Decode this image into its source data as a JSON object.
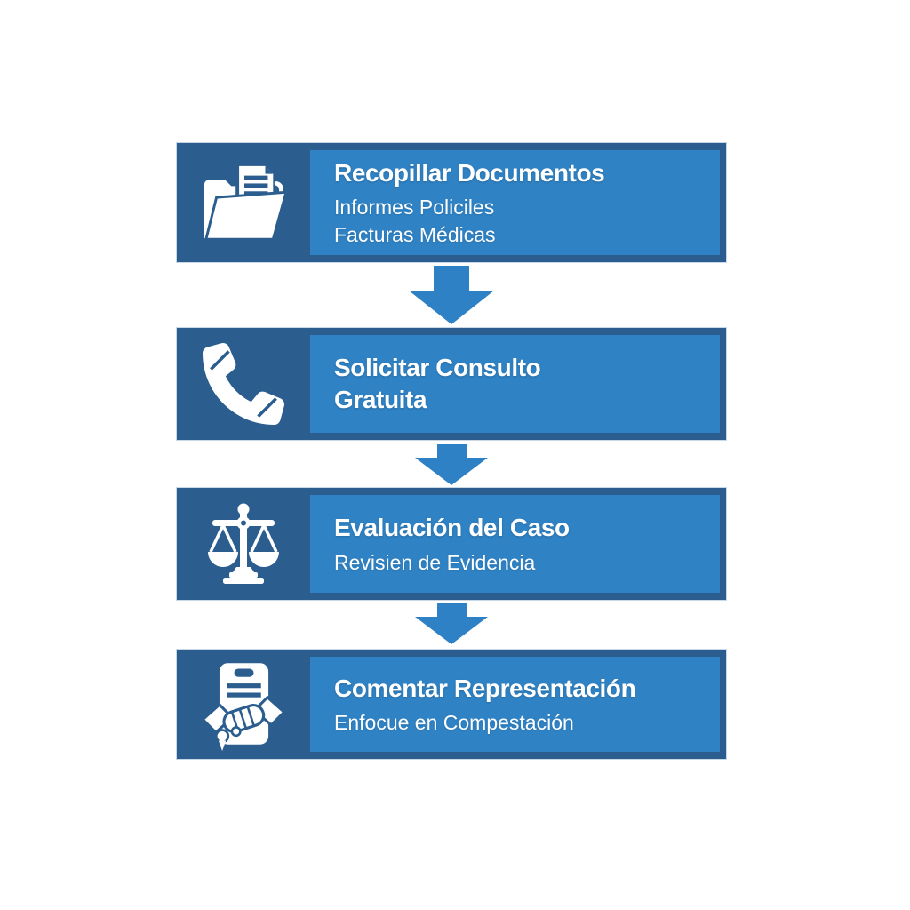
{
  "diagram": {
    "type": "process-flowchart",
    "language": "es",
    "colors": {
      "box_dark": "#2b5e8f",
      "box_light": "#2f82c4",
      "arrow": "#2e81c4",
      "text": "#ffffff",
      "outer_edge": "#c7d7e5"
    },
    "steps": [
      {
        "icon": "folder-documents-icon",
        "title": "Recopillar Documentos",
        "subtitle": "Informes Policiles\nFacturas Médicas"
      },
      {
        "icon": "phone-handset-icon",
        "title": "Solicitar Consulto\nGratuita",
        "subtitle": ""
      },
      {
        "icon": "scales-of-justice-icon",
        "title": "Evaluación del Caso",
        "subtitle": "Revisien de Evidencia"
      },
      {
        "icon": "handshake-contract-icon",
        "title": "Comentar Representación",
        "subtitle": "Enfocue en Compestación"
      }
    ]
  }
}
